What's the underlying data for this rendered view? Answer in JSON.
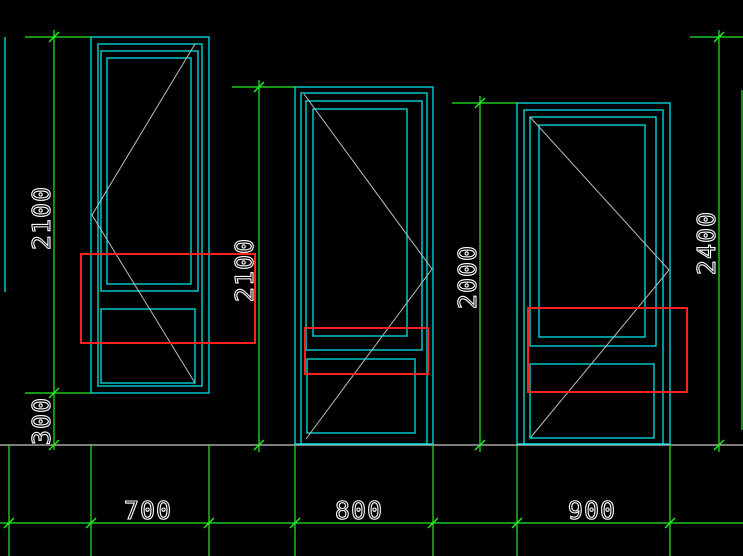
{
  "colors": {
    "background": "#000000",
    "door_outline": "#00e5e5",
    "swing_line": "#bbbbbb",
    "dimension_line": "#22ee22",
    "dimension_text": "#ffffff",
    "floor_line": "#c8c8c8",
    "highlight_box": "#ff2020"
  },
  "dimensions": {
    "door1_height": "2100",
    "door1_sill": "300",
    "door2_height": "2100",
    "door3_height": "2000",
    "right_height": "2400",
    "door1_width": "700",
    "door2_width": "800",
    "door3_width": "900"
  },
  "doors": [
    {
      "name": "door-700"
    },
    {
      "name": "door-800"
    },
    {
      "name": "door-900"
    }
  ],
  "highlights": [
    {
      "name": "highlight-door-700"
    },
    {
      "name": "highlight-door-800"
    },
    {
      "name": "highlight-door-900"
    }
  ]
}
